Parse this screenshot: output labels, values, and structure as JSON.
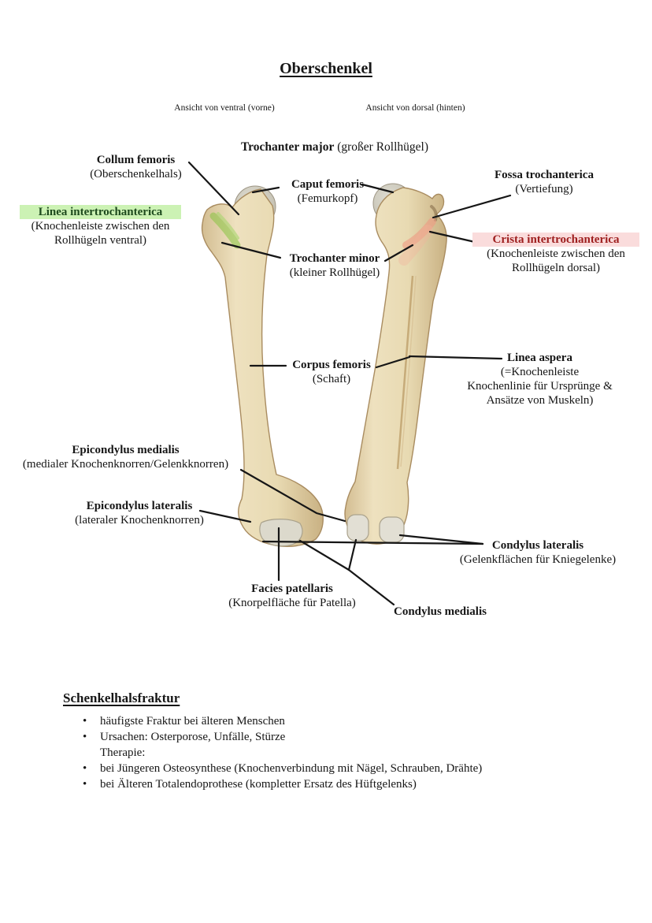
{
  "page": {
    "title": "Oberschenkel",
    "caption_ventral": "Ansicht von ventral (vorne)",
    "caption_dorsal": "Ansicht von dorsal (hinten)"
  },
  "figure": {
    "heading": {
      "term": "Trochanter major",
      "gloss": " (großer Rollhügel)"
    },
    "labels": [
      {
        "id": "collum-femoris",
        "term": "Collum femoris",
        "gloss": "(Oberschenkelhals)"
      },
      {
        "id": "caput-femoris",
        "term": "Caput femoris",
        "gloss": "(Femurkopf)"
      },
      {
        "id": "fossa-trochanterica",
        "term": "Fossa trochanterica",
        "gloss": "(Vertiefung)"
      },
      {
        "id": "linea-intertrochanterica",
        "term": "Linea intertrochanterica",
        "gloss": "(Knochenleiste zwischen den\nRollhügeln ventral)",
        "highlight": "green"
      },
      {
        "id": "crista-intertrochanterica",
        "term": "Crista intertrochanterica",
        "gloss": "(Knochenleiste zwischen den\nRollhügeln dorsal)",
        "highlight": "pink"
      },
      {
        "id": "trochanter-minor",
        "term": "Trochanter minor",
        "gloss": "(kleiner Rollhügel)"
      },
      {
        "id": "corpus-femoris",
        "term": "Corpus femoris",
        "gloss": "(Schaft)"
      },
      {
        "id": "linea-aspera",
        "term": "Linea aspera",
        "gloss": "(=Knochenleiste\nKnochenlinie für Ursprünge &\nAnsätze von Muskeln)"
      },
      {
        "id": "epicondylus-medialis",
        "term": "Epicondylus medialis",
        "gloss": "(medialer Knochenknorren/Gelenkknorren)"
      },
      {
        "id": "epicondylus-lateralis",
        "term": "Epicondylus lateralis",
        "gloss": "(lateraler Knochenknorren)"
      },
      {
        "id": "condylus-lateralis",
        "term": "Condylus lateralis",
        "gloss": "(Gelenkflächen für Kniegelenke)"
      },
      {
        "id": "facies-patellaris",
        "term": "Facies patellaris",
        "gloss": "(Knorpelfläche für Patella)"
      },
      {
        "id": "condylus-medialis",
        "term": "Condylus medialis",
        "gloss": ""
      }
    ]
  },
  "notes": {
    "heading": "Schenkelhalsfraktur",
    "items": [
      {
        "marker": "•",
        "text": "häufigste Fraktur bei älteren Menschen"
      },
      {
        "marker": "•",
        "text": "Ursachen: Osterporose, Unfälle, Stürze"
      },
      {
        "marker": "",
        "text": "Therapie:"
      },
      {
        "marker": "•",
        "text": "bei Jüngeren Osteosynthese (Knochenverbindung mit Nägel, Schrauben, Drähte)"
      },
      {
        "marker": "•",
        "text": "bei Älteren Totalendoprothese (kompletter Ersatz des Hüftgelenks)"
      }
    ]
  },
  "colors": {
    "highlight_green_bg": "#ccf2b4",
    "highlight_green_text": "#1d4a1d",
    "highlight_pink_bg": "#fadcdc",
    "highlight_pink_text": "#9e1e1e",
    "bone_fill": "#e7dab6",
    "bone_edge": "#a98c60",
    "cartilage_fill": "#dcd9cc",
    "linea_intertrochanterica_marker": "#86c23f",
    "crista_intertrochanterica_marker": "#ef9a82",
    "annotation_line": "#161616"
  }
}
